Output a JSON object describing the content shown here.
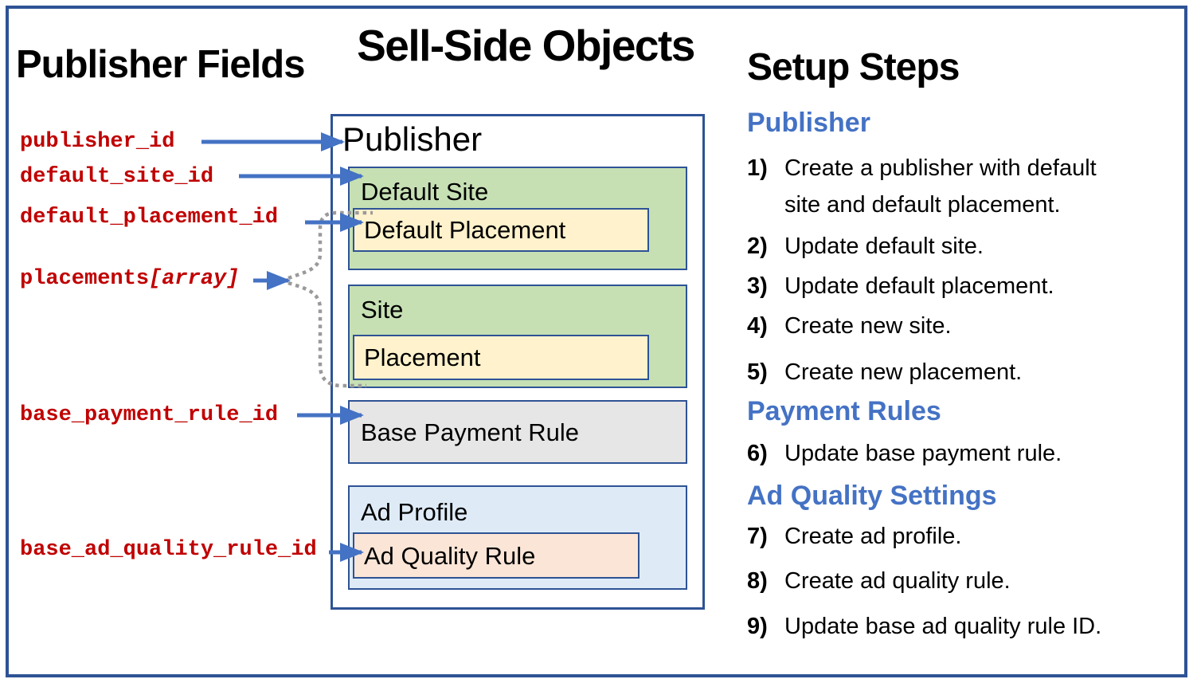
{
  "titles": {
    "left": "Publisher Fields",
    "center": "Sell-Side Objects",
    "right": "Setup Steps"
  },
  "fields": [
    {
      "label": "publisher_id"
    },
    {
      "label": "default_site_id"
    },
    {
      "label": "default_placement_id"
    },
    {
      "label": "placements",
      "suffix": "[array]"
    },
    {
      "label": "base_payment_rule_id"
    },
    {
      "label": "base_ad_quality_rule_id"
    }
  ],
  "diagram": {
    "publisher_label": "Publisher",
    "default_site_label": "Default Site",
    "default_placement_label": "Default Placement",
    "site_label": "Site",
    "placement_label": "Placement",
    "base_payment_rule_label": "Base Payment Rule",
    "ad_profile_label": "Ad Profile",
    "ad_quality_rule_label": "Ad Quality Rule"
  },
  "setup": {
    "sections": [
      {
        "heading": "Publisher",
        "steps": [
          {
            "num": "1)",
            "text": "Create a publisher with default\nsite and default placement."
          },
          {
            "num": "2)",
            "text": "Update default site."
          },
          {
            "num": "3)",
            "text": "Update default placement."
          },
          {
            "num": "4)",
            "text": "Create new site."
          },
          {
            "num": "5)",
            "text": "Create new placement."
          }
        ]
      },
      {
        "heading": "Payment Rules",
        "steps": [
          {
            "num": "6)",
            "text": "Update base payment rule."
          }
        ]
      },
      {
        "heading": "Ad Quality Settings",
        "steps": [
          {
            "num": "7)",
            "text": "Create ad profile."
          },
          {
            "num": "8)",
            "text": "Create ad quality rule."
          },
          {
            "num": "9)",
            "text": "Update base ad quality rule ID."
          }
        ]
      }
    ]
  },
  "colors": {
    "frame_border": "#2E5395",
    "arrow_blue": "#4472C4",
    "heading_blue": "#4472C4",
    "field_red": "#C00000",
    "dotted_gray": "#9A9A9A",
    "site_green_fill": "#C6E0B4",
    "placement_yellow_fill": "#FFF2CC",
    "payment_gray_fill": "#E7E6E6",
    "ad_profile_blue_fill": "#DEEBF7",
    "ad_quality_peach_fill": "#FBE5D6"
  }
}
